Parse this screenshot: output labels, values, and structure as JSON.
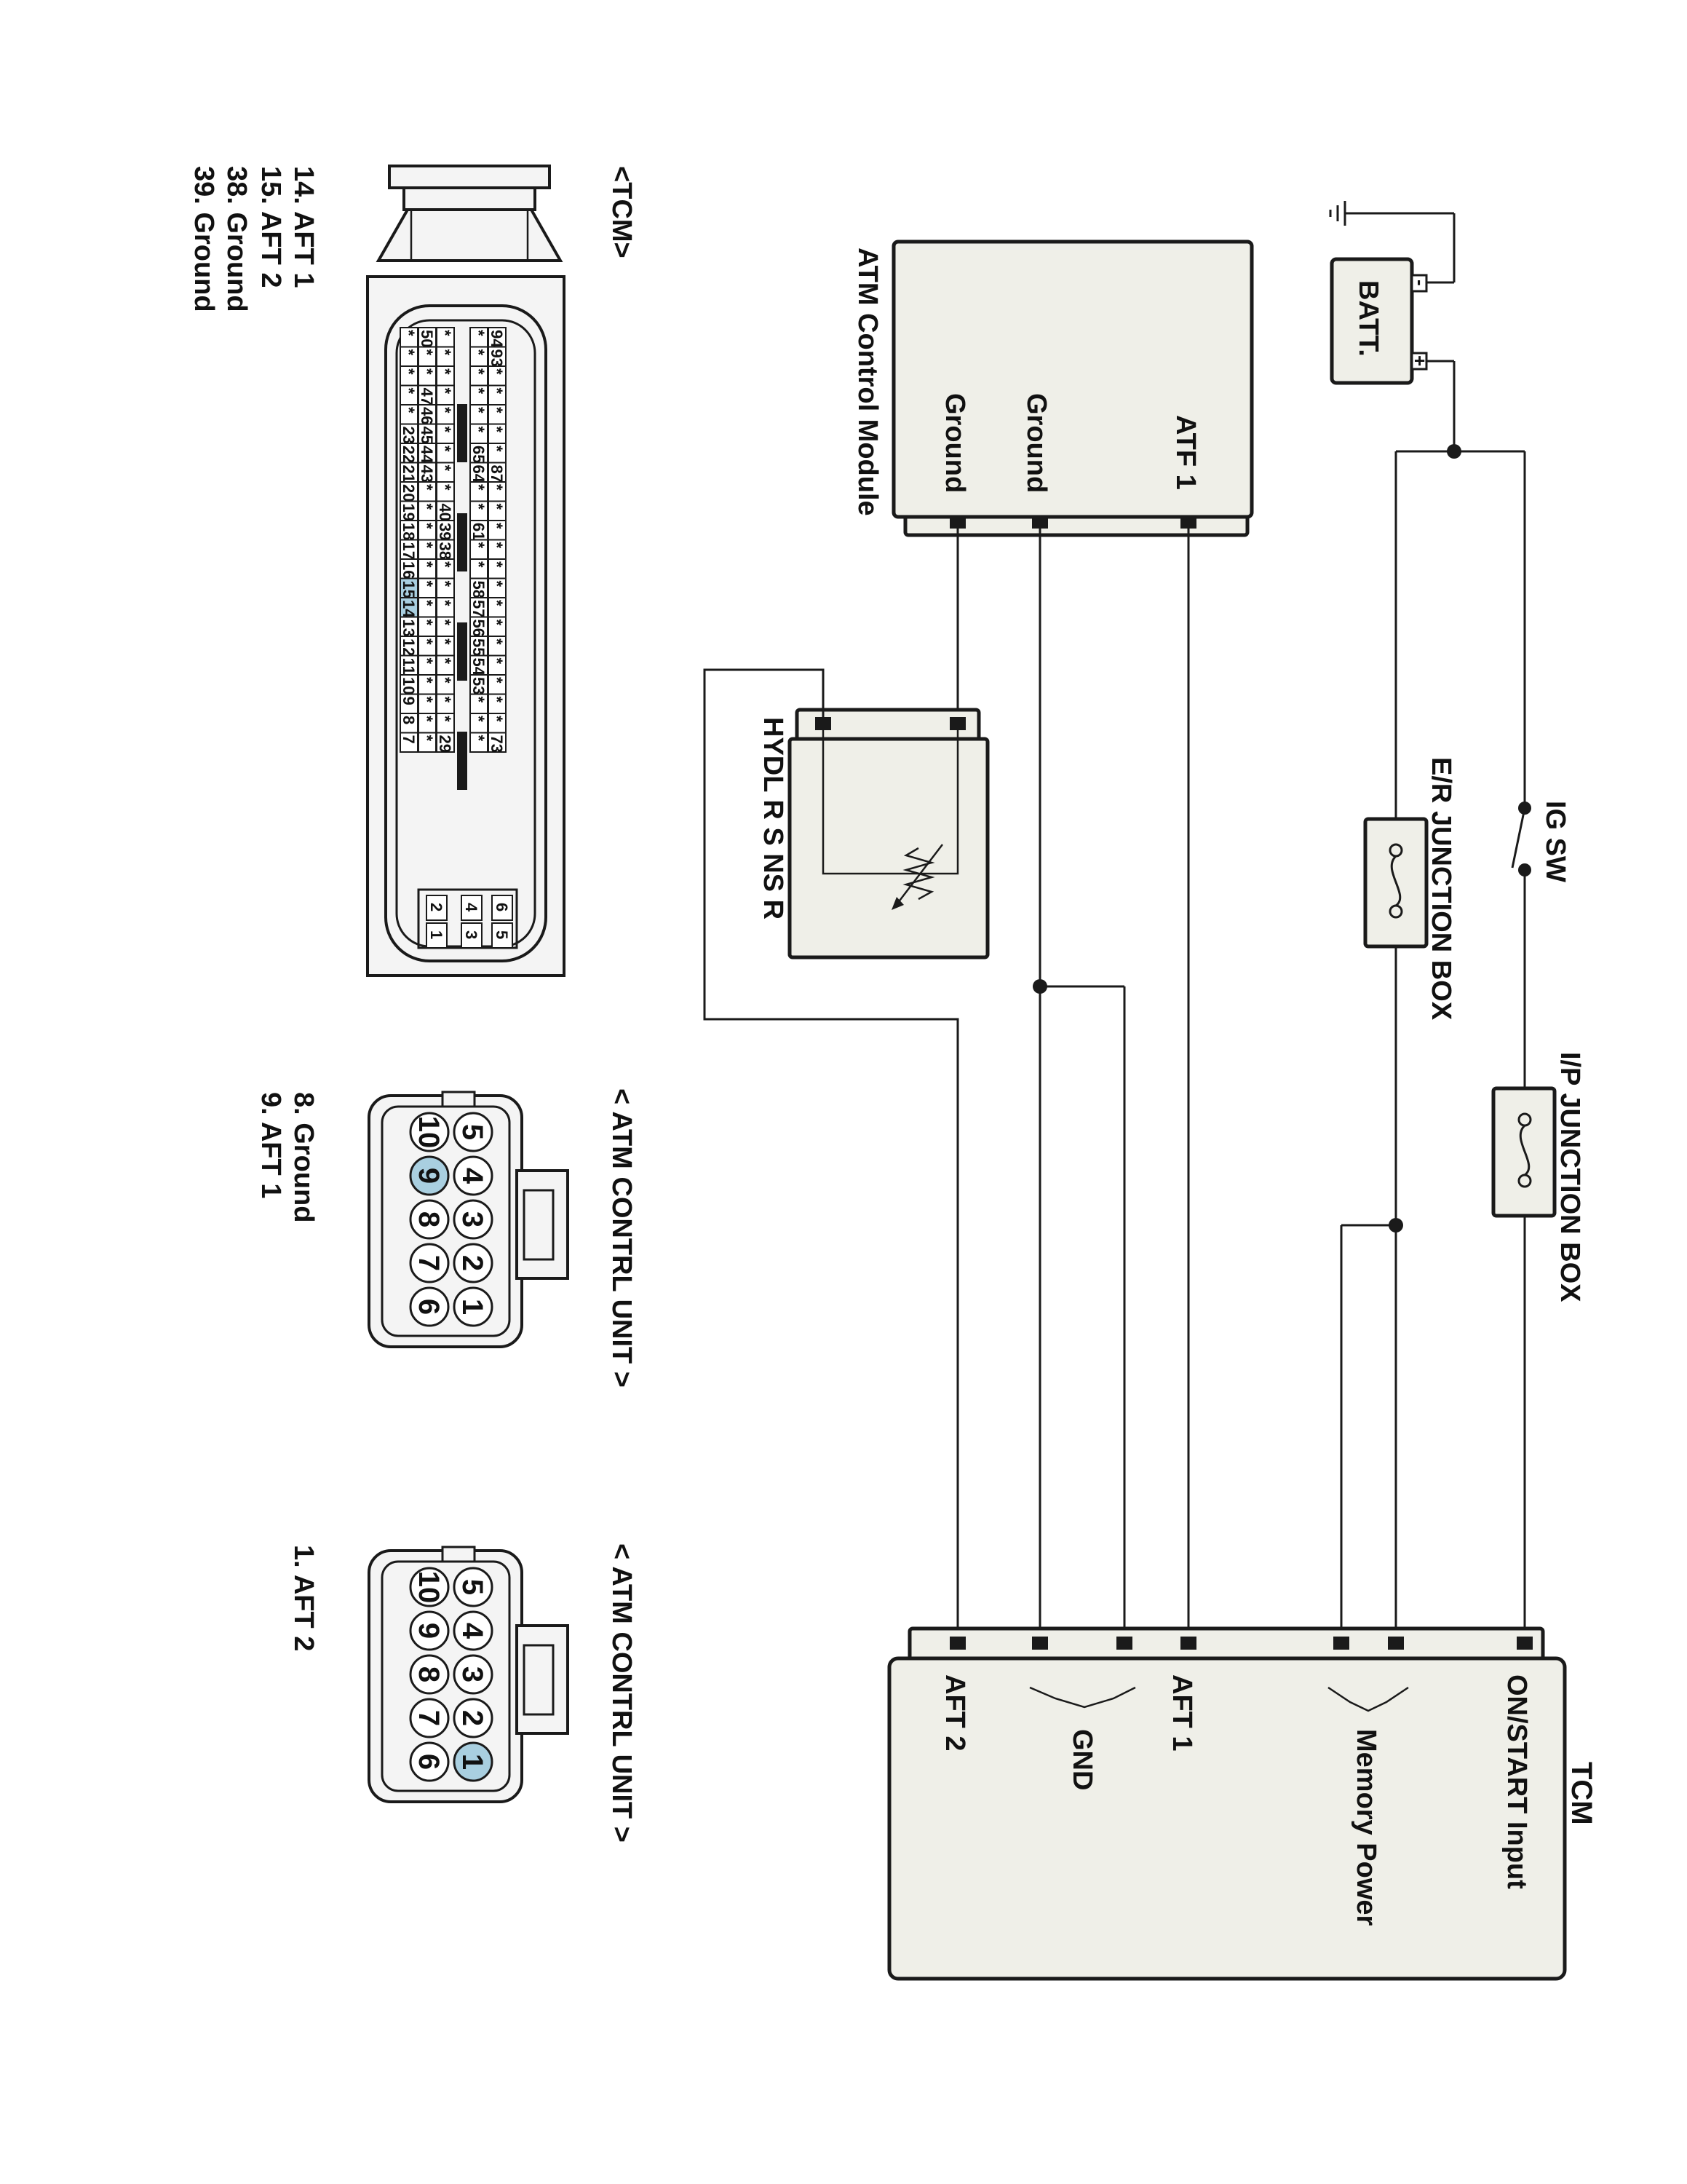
{
  "components": {
    "batt": {
      "label": "BATT.",
      "minus": "-",
      "plus": "+"
    },
    "ig_sw": {
      "label": "IG SW"
    },
    "er_junction": {
      "label": "E/R JUNCTION BOX"
    },
    "ip_junction": {
      "label": "I/P JUNCTION BOX"
    },
    "atm_module": {
      "label": "ATM Control Module",
      "pins": [
        "ATF 1",
        "Ground",
        "Ground"
      ]
    },
    "sensor": {
      "label": "HYDL R S NS R"
    },
    "tcm": {
      "label": "TCM",
      "on_start": "ON/START Input",
      "memory_power": "Memory Power",
      "aft1": "AFT 1",
      "gnd": "GND",
      "aft2": "AFT 2"
    }
  },
  "connectors": {
    "tcm": {
      "title": "<TCM>",
      "pins": [
        "14. AFT 1",
        "15. AFT 2",
        "38. Ground",
        "39. Ground"
      ],
      "row_a": [
        "94",
        "93",
        "*",
        "*",
        "*",
        "*",
        "*",
        "87",
        "*",
        "*",
        "*",
        "*",
        "*",
        "*",
        "*",
        "*",
        "*",
        "*",
        "*",
        "*",
        "*",
        "73"
      ],
      "row_b": [
        "*",
        "*",
        "*",
        "*",
        "*",
        "*",
        "65",
        "64",
        "*",
        "*",
        "61",
        "*",
        "*",
        "58",
        "57",
        "56",
        "55",
        "54",
        "53",
        "*",
        "*",
        "*"
      ],
      "row_c": [
        "*",
        "*",
        "*",
        "*",
        "*",
        "*",
        "*",
        "*",
        "*",
        "40",
        "39",
        "38",
        "*",
        "*",
        "*",
        "*",
        "*",
        "*",
        "*",
        "*",
        "*",
        "29"
      ],
      "row_d": [
        "50",
        "*",
        "*",
        "47",
        "46",
        "45",
        "44",
        "43",
        "*",
        "*",
        "*",
        "*",
        "*",
        "*",
        "*",
        "*",
        "*",
        "*",
        "*",
        "*",
        "*",
        "*"
      ],
      "row_e": [
        "*",
        "*",
        "*",
        "*",
        "*",
        "23",
        "22",
        "21",
        "20",
        "19",
        "18",
        "17",
        "16",
        "15",
        "14",
        "13",
        "12",
        "11",
        "10",
        "9",
        "8",
        "7"
      ],
      "aux": [
        "6",
        "5",
        "4",
        "3",
        "2",
        "1"
      ]
    },
    "atm1": {
      "title": "< ATM CONTRL UNIT >",
      "pins": [
        "8. Ground",
        "9. AFT 1"
      ],
      "top": [
        "5",
        "4",
        "3",
        "2",
        "1"
      ],
      "bottom": [
        "10",
        "9",
        "8",
        "7",
        "6"
      ]
    },
    "atm2": {
      "title": "< ATM CONTRL UNIT >",
      "pins": [
        "1. AFT 2"
      ],
      "top": [
        "5",
        "4",
        "3",
        "2",
        "1"
      ],
      "bottom": [
        "10",
        "9",
        "8",
        "7",
        "6"
      ]
    }
  },
  "colors": {
    "highlight": "#a9cfe0",
    "box_fill": "#efefe8",
    "line": "#1a1a1a"
  }
}
